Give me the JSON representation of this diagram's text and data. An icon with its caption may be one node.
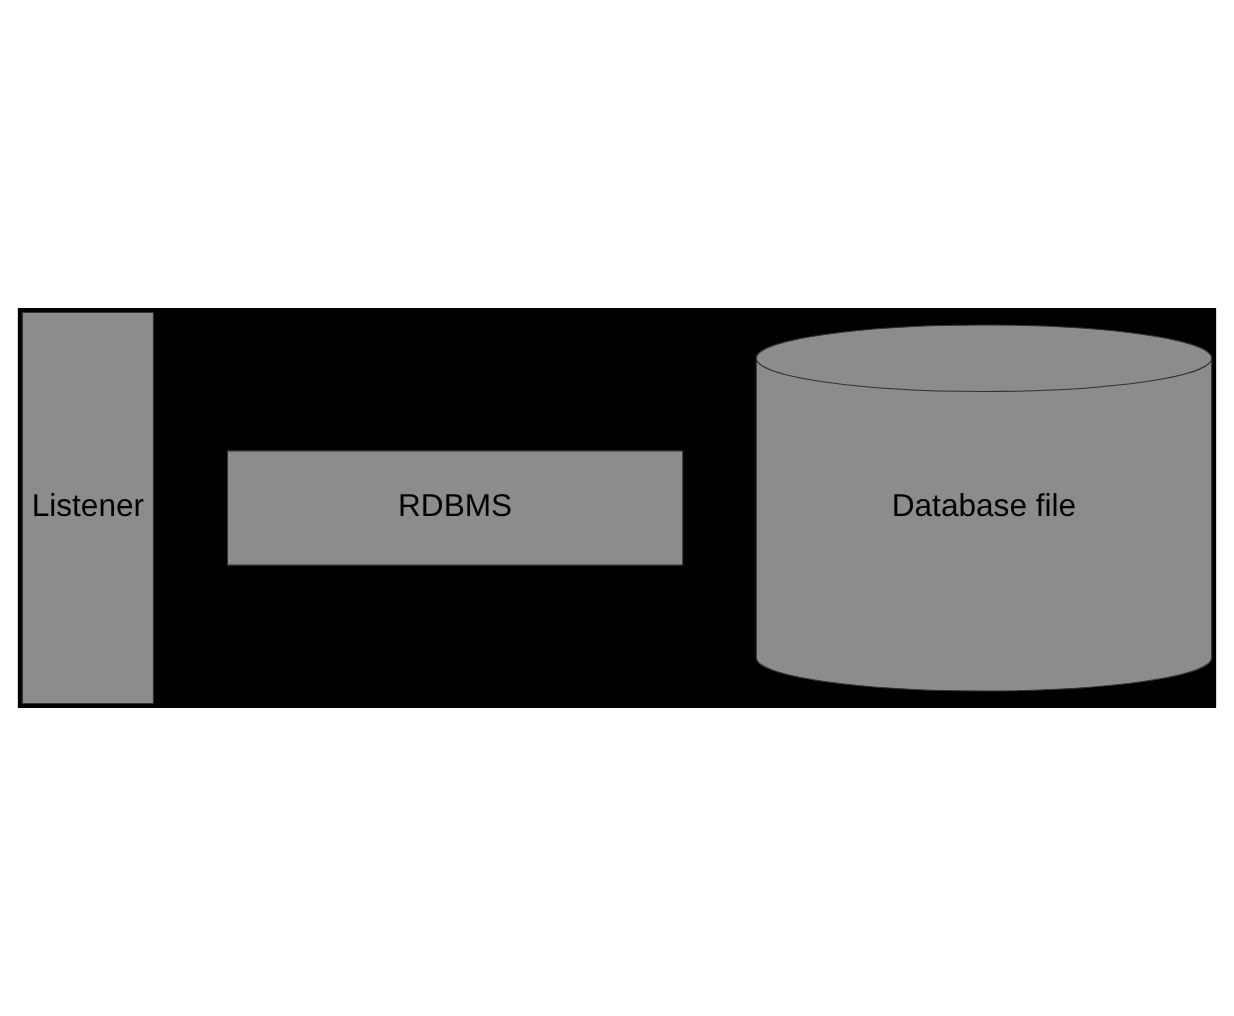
{
  "diagram": {
    "nodes": [
      {
        "text": [
          "Listener"
        ]
      },
      {
        "text": [
          "RDBMS"
        ]
      },
      {
        "text": [
          "Database file"
        ]
      }
    ],
    "edges": []
  }
}
